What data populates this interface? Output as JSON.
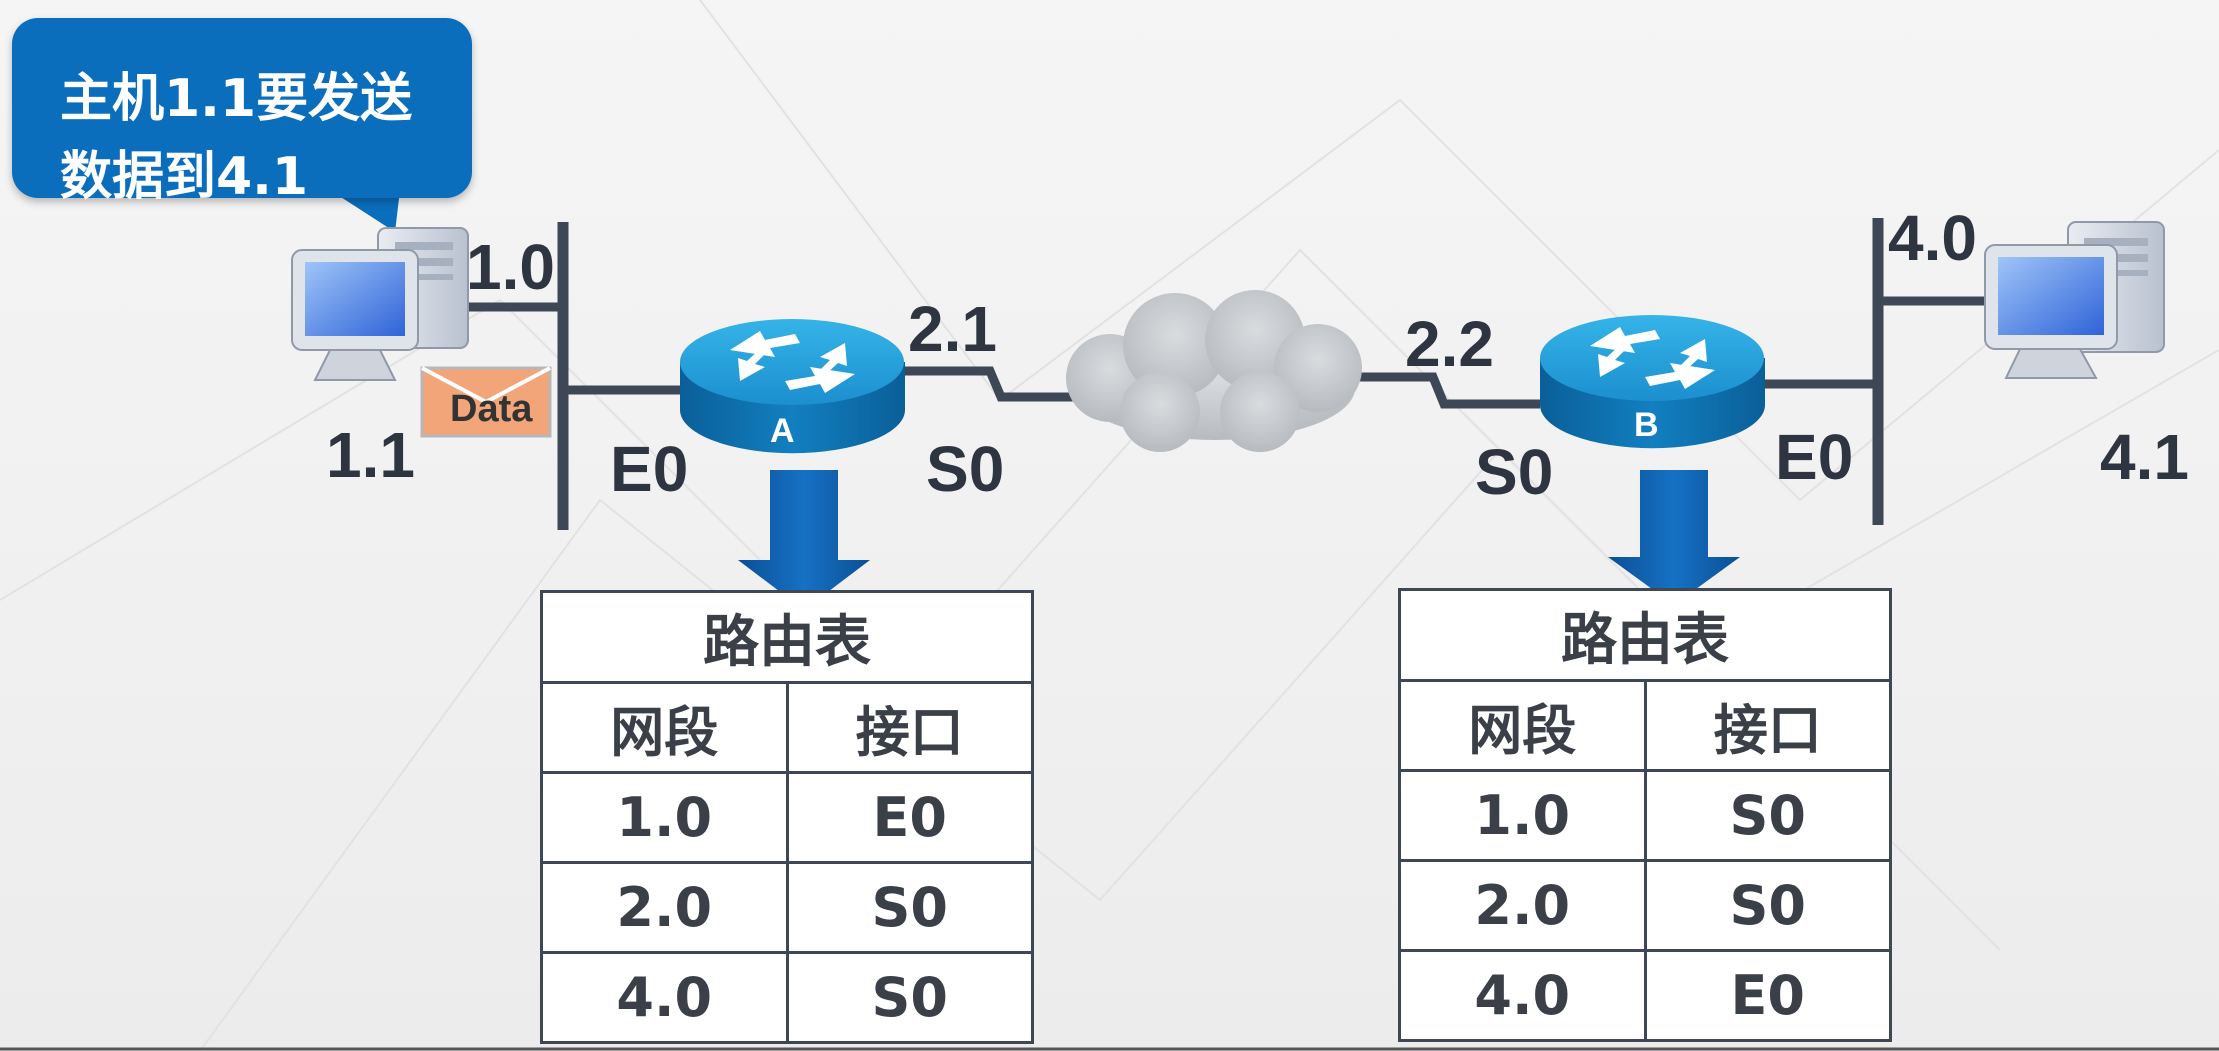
{
  "bubble": {
    "line1": "主机1.1要发送",
    "line2": "数据到4.1"
  },
  "hosts": {
    "left": {
      "network_label": "1.0",
      "host_label": "1.1"
    },
    "right": {
      "network_label": "4.0",
      "host_label": "4.1"
    }
  },
  "packet_label": "Data",
  "router_a": {
    "name": "A",
    "e0_label": "E0",
    "s0_label": "S0",
    "serial_ip_label": "2.1"
  },
  "router_b": {
    "name": "B",
    "e0_label": "E0",
    "s0_label": "S0",
    "serial_ip_label": "2.2"
  },
  "table_a": {
    "title": "路由表",
    "headers": [
      "网段",
      "接口"
    ],
    "rows": [
      [
        "1.0",
        "E0"
      ],
      [
        "2.0",
        "S0"
      ],
      [
        "4.0",
        "S0"
      ]
    ]
  },
  "table_b": {
    "title": "路由表",
    "headers": [
      "网段",
      "接口"
    ],
    "rows": [
      [
        "1.0",
        "S0"
      ],
      [
        "2.0",
        "S0"
      ],
      [
        "4.0",
        "E0"
      ]
    ]
  },
  "colors": {
    "bubble": "#0a6ebd",
    "router_top": "#2aa3dc",
    "router_side": "#0b6fab",
    "arrow": "#0d5fae",
    "envelope": "#f2a579",
    "line": "#3d4756",
    "cloud": "#c9cccf"
  }
}
